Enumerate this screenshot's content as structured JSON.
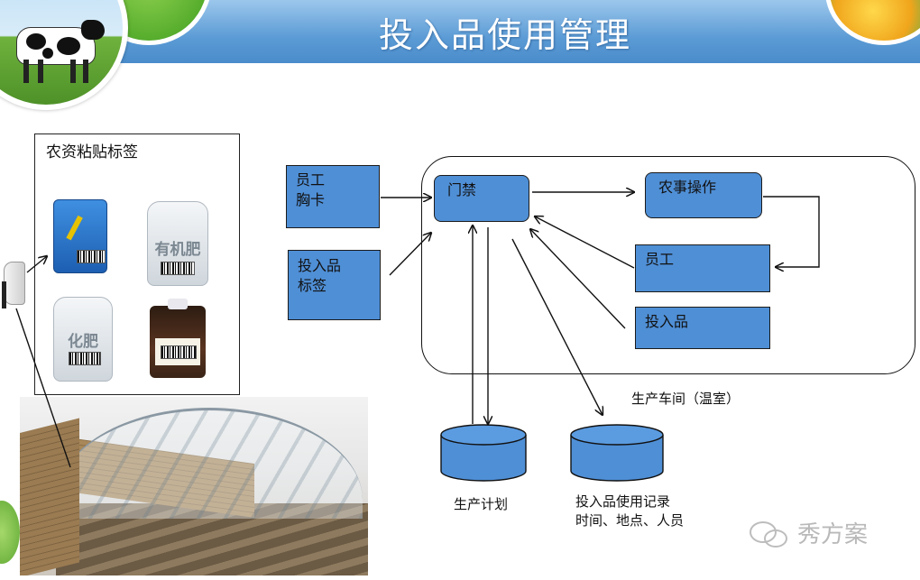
{
  "header": {
    "title": "投入品使用管理"
  },
  "label_panel": {
    "title": "农资粘贴标签",
    "bag_organic_text": "有机肥",
    "bag_chemical_text": "化肥"
  },
  "diagram": {
    "nodes": {
      "employee_card": "员工\n胸卡",
      "input_label": "投入品\n标签",
      "gate": "门禁",
      "farm_operation": "农事操作",
      "employee": "员工",
      "inputs": "投入品"
    },
    "workshop_caption": "生产车间（温室）",
    "db_plan_caption": "生产计划",
    "db_record_caption": "投入品使用记录\n时间、地点、人员"
  },
  "watermark": {
    "text": "秀方案"
  }
}
